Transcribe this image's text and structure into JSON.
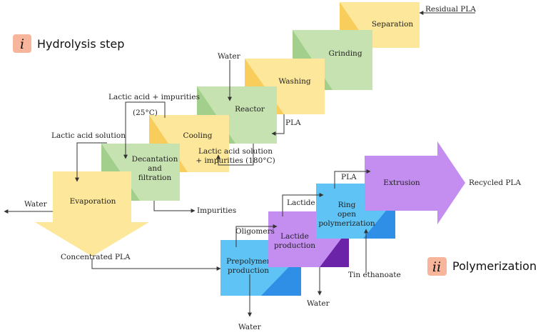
{
  "colors": {
    "yellow": "#fde79a",
    "yellow_dark": "#f8cd5b",
    "green": "#c6e2b1",
    "green_dark": "#a2d08c",
    "blue": "#5fc3f5",
    "blue_dark": "#2f8ee6",
    "purple": "#c48df0",
    "purple_dark": "#6b23a8",
    "badge": "#f7b59b"
  },
  "sections": {
    "hydrolysis": {
      "badge": "i",
      "title": "Hydrolysis step"
    },
    "polymerization": {
      "badge": "ii",
      "title": "Polymerization"
    }
  },
  "boxes": {
    "separation": "Separation",
    "grinding": "Grinding",
    "washing": "Washing",
    "reactor": "Reactor",
    "cooling": "Cooling",
    "decantation": [
      "Decantation",
      "and",
      "filtration"
    ],
    "evaporation": "Evaporation",
    "prepolymer": [
      "Prepolymer",
      "production"
    ],
    "lactide_prod": [
      "Lactide",
      "production"
    ],
    "ring_open": [
      "Ring",
      "open",
      "polymerization"
    ],
    "extrusion": "Extrusion"
  },
  "labels": {
    "residual_pla": "Residual PLA",
    "water_in": "Water",
    "lactic_impurities": "Lactic acid + impurities",
    "temp_25": "(25°C)",
    "pla_mid": "PLA",
    "lactic_solution": "Lactic acid solution",
    "lactic_solution_2": [
      "Lactic acid solution",
      "+ impurities (180°C)"
    ],
    "water_out_left": "Water",
    "impurities": "Impurities",
    "concentrated_pla": "Concentrated PLA",
    "oligomers": "Oligomers",
    "lactide": "Lactide",
    "pla_top": "PLA",
    "recycled_pla": "Recycled PLA",
    "tin": "Tin ethanoate",
    "water_bottom1": "Water",
    "water_bottom2": "Water"
  }
}
